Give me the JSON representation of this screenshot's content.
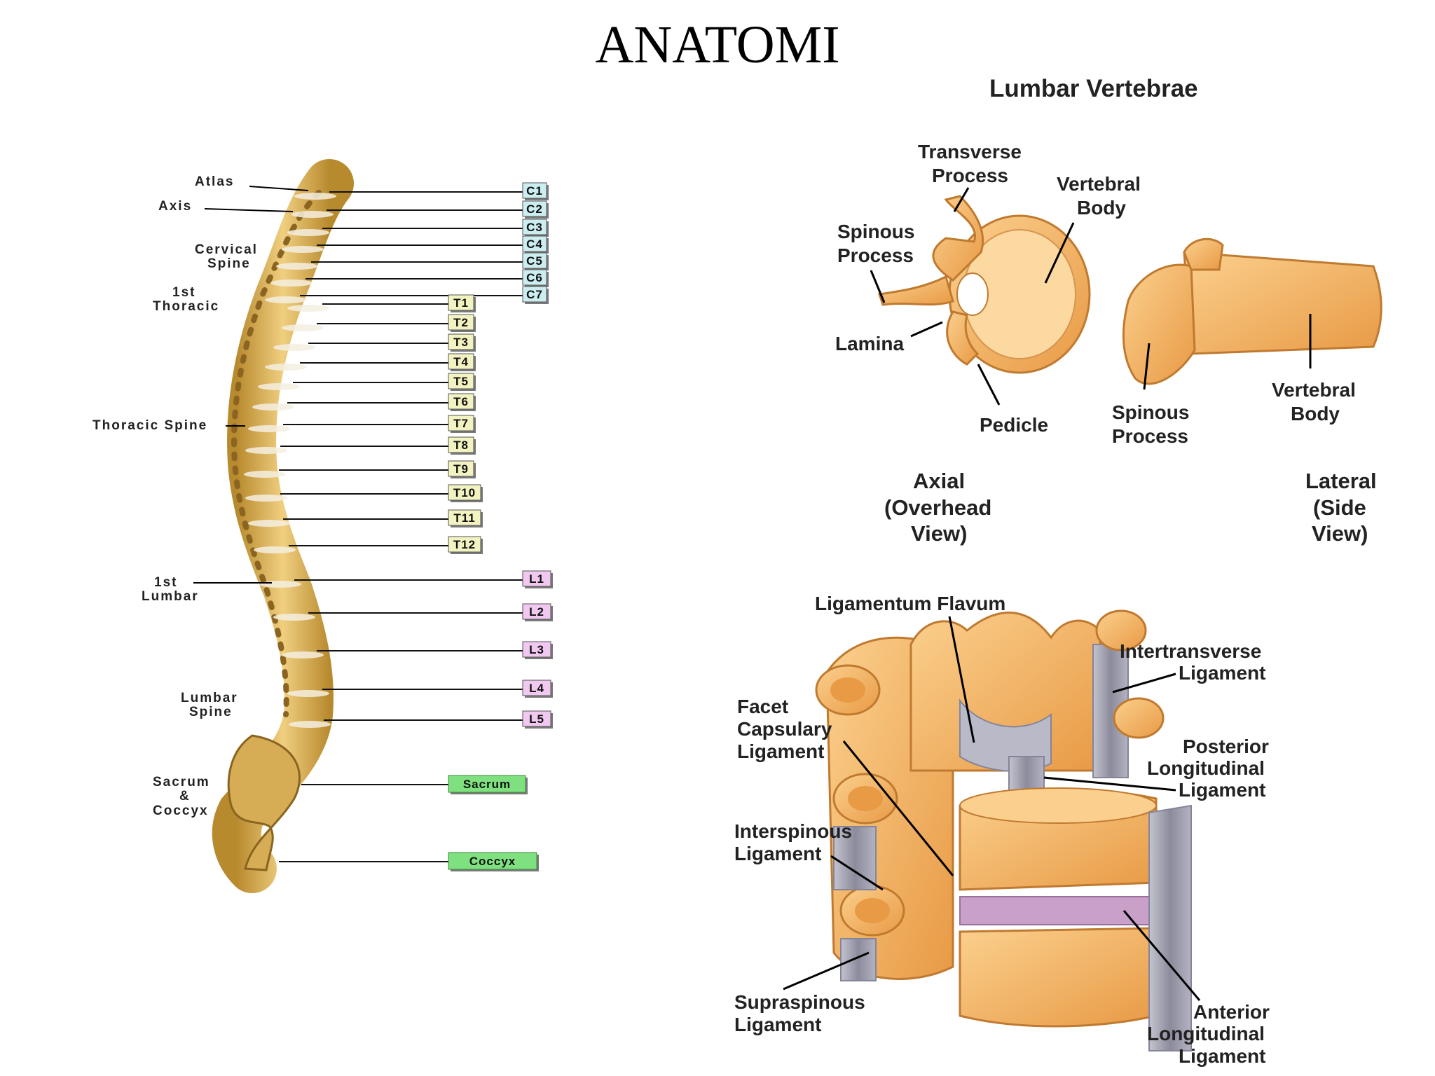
{
  "page": {
    "title": "ANATOMI"
  },
  "spine": {
    "left_labels": {
      "atlas": "Atlas",
      "axis": "Axis",
      "cervical_1": "Cervical",
      "cervical_2": "Spine",
      "thoracic1_1": "1st",
      "thoracic1_2": "Thoracic",
      "thoracic_spine": "Thoracic Spine",
      "lumbar1_1": "1st",
      "lumbar1_2": "Lumbar",
      "lumbar_spine_1": "Lumbar",
      "lumbar_spine_2": "Spine",
      "sacrum_1": "Sacrum",
      "sacrum_2": "&",
      "sacrum_3": "Coccyx"
    },
    "cervical": [
      "C1",
      "C2",
      "C3",
      "C4",
      "C5",
      "C6",
      "C7"
    ],
    "thoracic": [
      "T1",
      "T2",
      "T3",
      "T4",
      "T5",
      "T6",
      "T7",
      "T8",
      "T9",
      "T10",
      "T11",
      "T12"
    ],
    "lumbar": [
      "L1",
      "L2",
      "L3",
      "L4",
      "L5"
    ],
    "sacrum": "Sacrum",
    "coccyx": "Coccyx",
    "colors": {
      "cervical": "#cdeef0",
      "thoracic": "#f3f3c2",
      "lumbar": "#f0c8f0",
      "sacral": "#7fe07f",
      "bone": "#d9b35c"
    }
  },
  "lumbar_vertebrae": {
    "title": "Lumbar Vertebrae",
    "axial": {
      "transverse_1": "Transverse",
      "transverse_2": "Process",
      "vertebral_1": "Vertebral",
      "vertebral_2": "Body",
      "spinous_1": "Spinous",
      "spinous_2": "Process",
      "lamina": "Lamina",
      "pedicle": "Pedicle",
      "view_1": "Axial",
      "view_2": "(Overhead",
      "view_3": "View)"
    },
    "lateral": {
      "spinous_1": "Spinous",
      "spinous_2": "Process",
      "vertebral_1": "Vertebral",
      "vertebral_2": "Body",
      "view_1": "Lateral",
      "view_2": "(Side",
      "view_3": "View)"
    },
    "bone_color": "#f4b96a"
  },
  "ligaments": {
    "ligamentum_flavum": "Ligamentum Flavum",
    "intertransverse_1": "Intertransverse",
    "intertransverse_2": "Ligament",
    "facet_1": "Facet",
    "facet_2": "Capsulary",
    "facet_3": "Ligament",
    "posterior_1": "Posterior",
    "posterior_2": "Longitudinal",
    "posterior_3": "Ligament",
    "interspinous_1": "Interspinous",
    "interspinous_2": "Ligament",
    "supraspinous_1": "Supraspinous",
    "supraspinous_2": "Ligament",
    "anterior_1": "Anterior",
    "anterior_2": "Longitudinal",
    "anterior_3": "Ligament",
    "ligament_color": "#9a9aa8"
  }
}
